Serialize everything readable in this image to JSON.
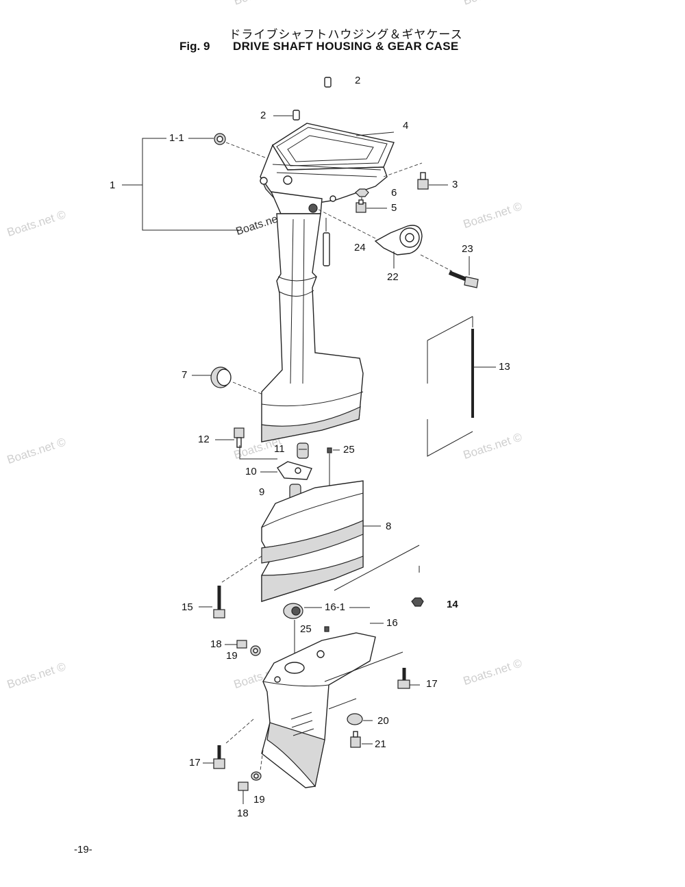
{
  "header": {
    "title_jp": "ドライブシャフトハウジング＆ギヤケース",
    "fig_number": "Fig. 9",
    "title_en": "DRIVE SHAFT HOUSING & GEAR CASE"
  },
  "callouts": {
    "c2_top": "2",
    "c2": "2",
    "c4": "4",
    "c1_1": "1-1",
    "c1": "1",
    "c3": "3",
    "c6": "6",
    "c5": "5",
    "c24": "24",
    "c23": "23",
    "c22": "22",
    "c13": "13",
    "c7": "7",
    "c12": "12",
    "c11": "11",
    "c25_a": "25",
    "c10": "10",
    "c9": "9",
    "c8": "8",
    "c15": "15",
    "c14": "14",
    "c16_1": "16-1",
    "c25_b": "25",
    "c16": "16",
    "c18_a": "18",
    "c19_a": "19",
    "c17_a": "17",
    "c20": "20",
    "c21": "21",
    "c17_b": "17",
    "c19_b": "19",
    "c18_b": "18"
  },
  "watermarks": {
    "text": "Boats.net ©",
    "text_plain": "Boats.net"
  },
  "footer": {
    "page_number": "-19-"
  }
}
